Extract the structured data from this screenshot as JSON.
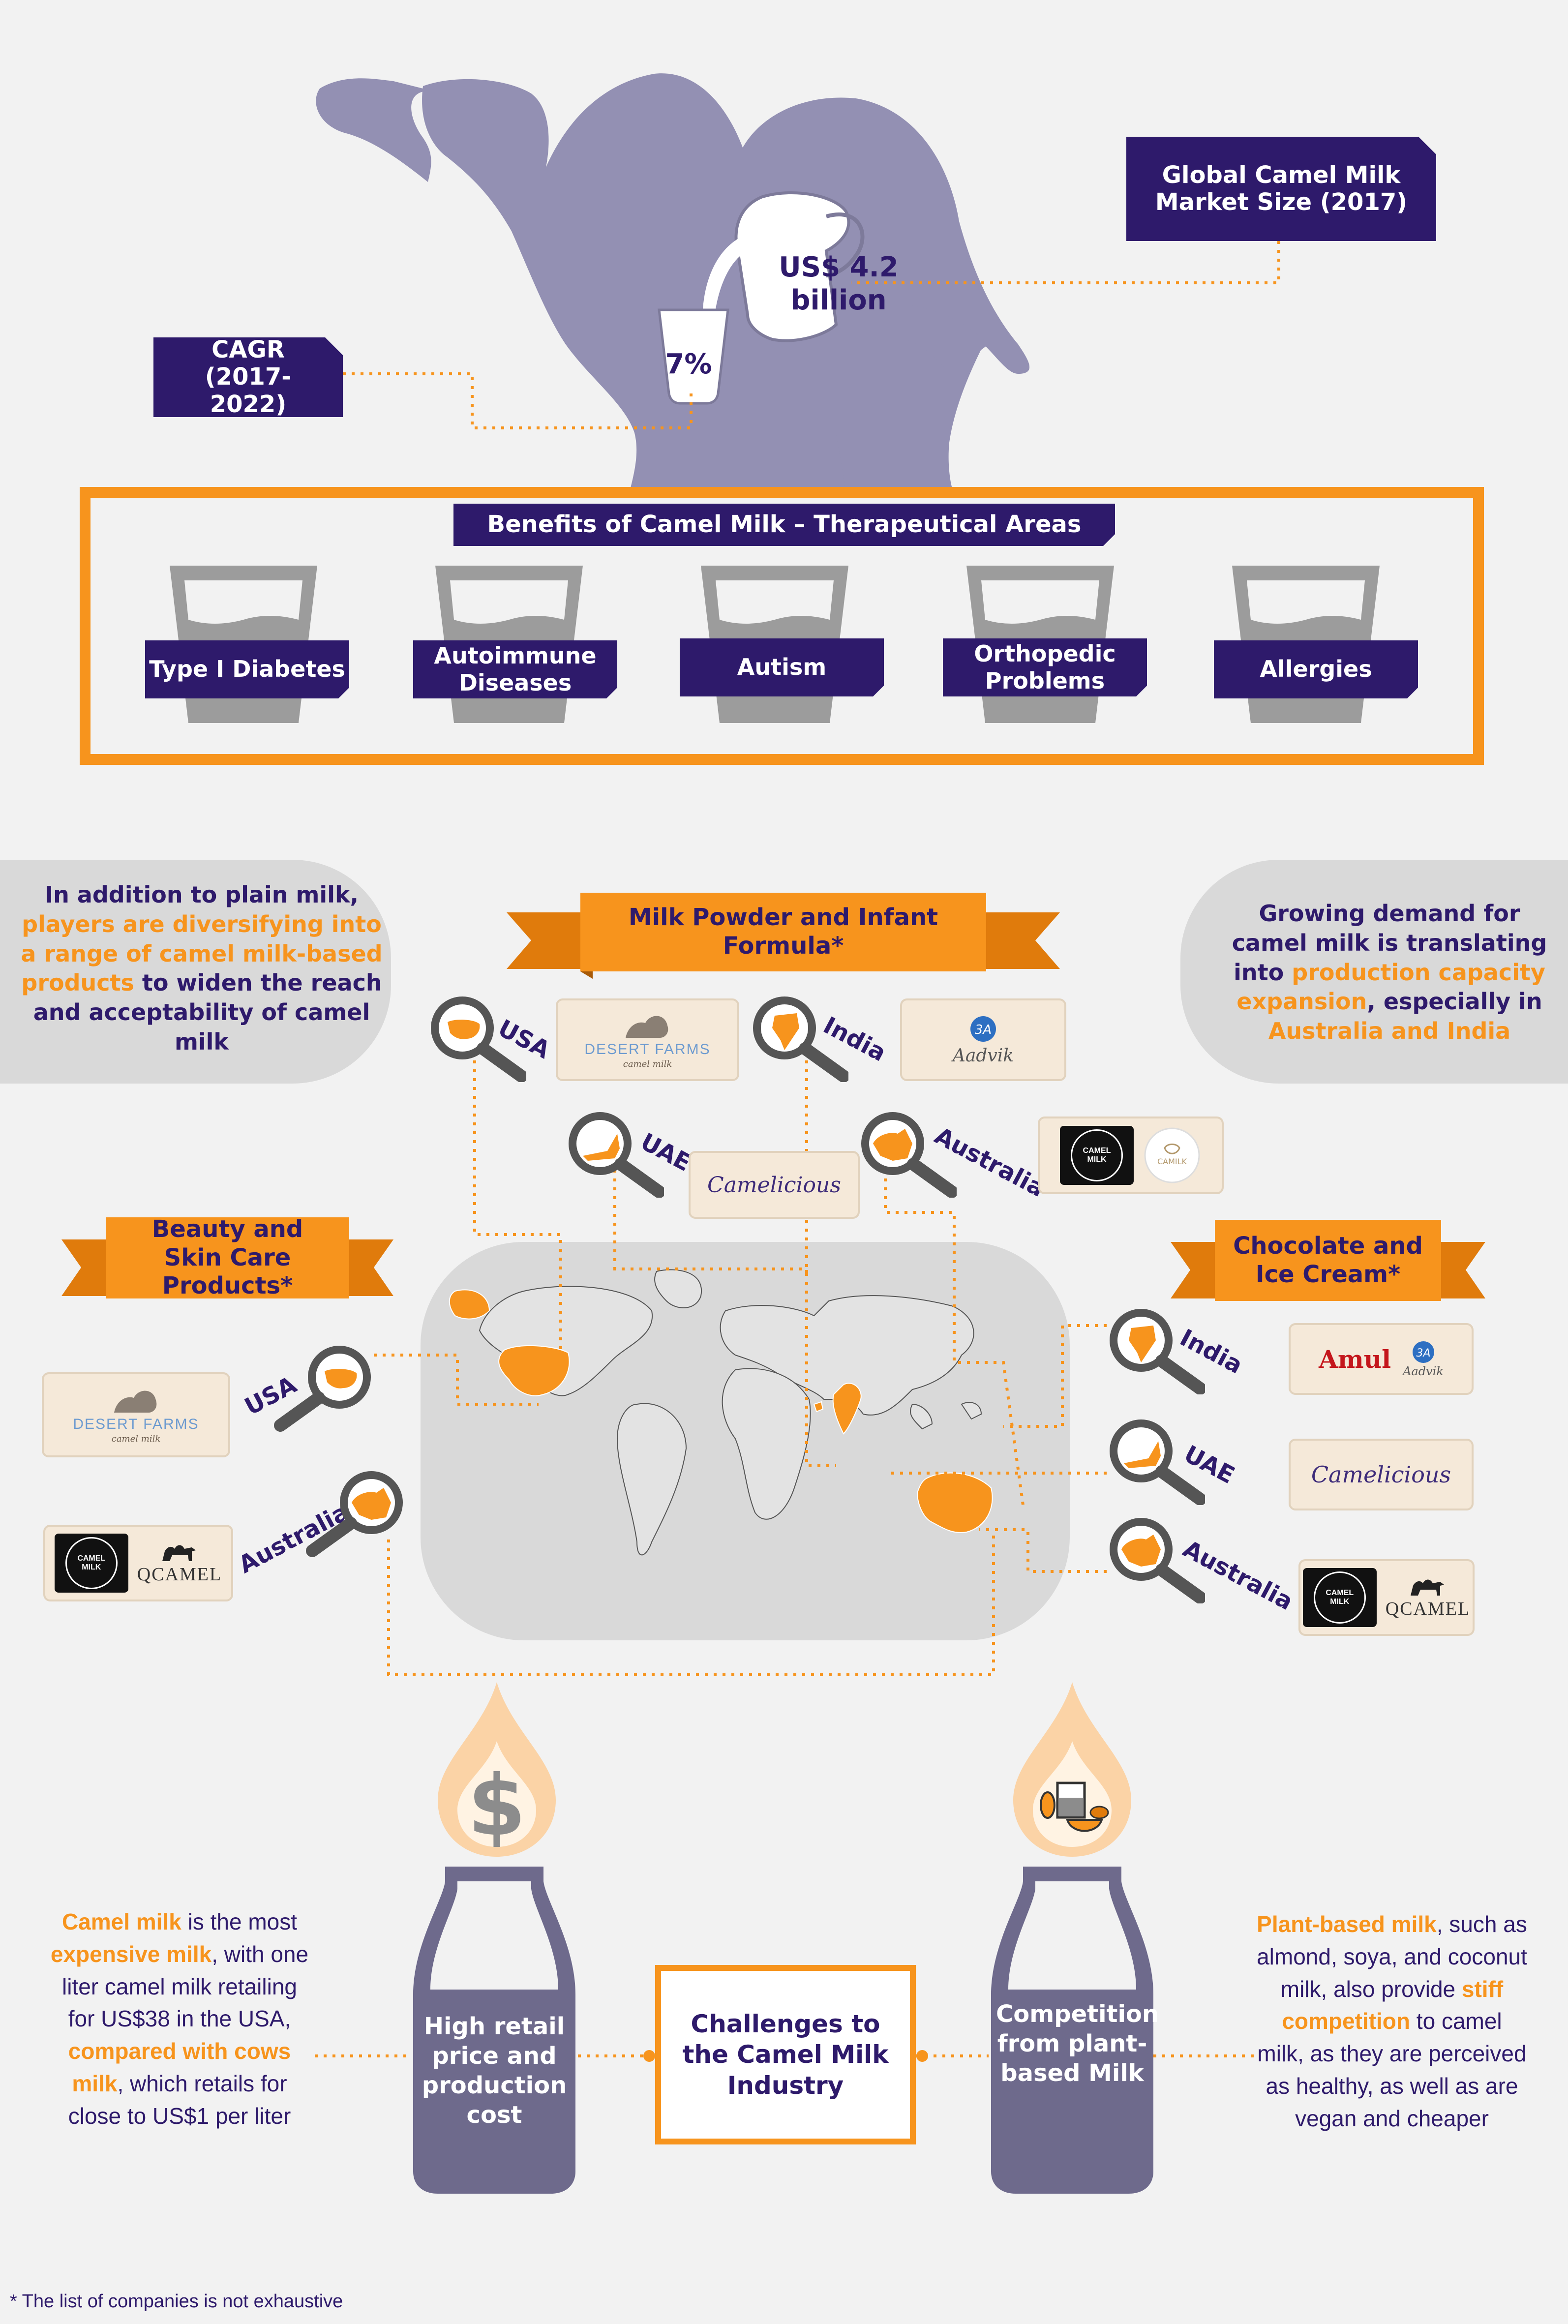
{
  "market": {
    "size_title": "Global Camel Milk Market Size (2017)",
    "size_value": "US$ 4.2 billion",
    "cagr_title": "CAGR (2017-2022)",
    "cagr_value": "7%"
  },
  "benefits": {
    "title": "Benefits of Camel Milk – Therapeutical Areas",
    "items": [
      "Type I Diabetes",
      "Autoimmune Diseases",
      "Autism",
      "Orthopedic Problems",
      "Allergies"
    ]
  },
  "callouts": {
    "left_parts": [
      "In addition to plain milk, ",
      "players are ",
      "diversifying into a range of camel milk-based products",
      " to widen the reach and acceptability of camel milk"
    ],
    "right_parts": [
      "Growing demand for camel milk is translating into ",
      "production capacity expansion",
      ", especially in ",
      "Australia and India"
    ]
  },
  "categories": {
    "powder": {
      "title": "Milk Powder and Infant Formula*",
      "countries": [
        "USA",
        "India",
        "UAE",
        "Australia"
      ],
      "logos": [
        "DESERT FARMS",
        "camel milk",
        "Aadvik",
        "Camelicious",
        "CAMEL MILK",
        "CAMILK"
      ]
    },
    "beauty": {
      "title": "Beauty and Skin Care Products*",
      "countries": [
        "USA",
        "Australia"
      ],
      "logos": [
        "DESERT FARMS",
        "camel milk",
        "CAMEL MILK",
        "QCAMEL"
      ]
    },
    "chocolate": {
      "title": "Chocolate and Ice Cream*",
      "countries": [
        "India",
        "UAE",
        "Australia"
      ],
      "logos": [
        "Amul",
        "Aadvik",
        "Camelicious",
        "CAMEL MILK",
        "QCAMEL"
      ]
    }
  },
  "challenges": {
    "title": "Challenges to the Camel Milk Industry",
    "left_bottle": "High retail price and production cost",
    "right_bottle": "Competition from plant-based Milk",
    "left_parts": [
      "Camel milk",
      " is the most ",
      "expensive milk",
      ", with one liter camel milk retailing for US$38 in the USA, ",
      "compared with cows milk",
      ", which retails for close to US$1 per liter"
    ],
    "right_parts": [
      "Plant-based milk",
      ", such as almond, soya, and coconut milk, also provide ",
      "stiff competition",
      " to camel milk, as they are perceived as healthy, as well as are vegan and cheaper"
    ]
  },
  "footnote": "* The list of companies is not exhaustive",
  "colors": {
    "purple": "#2e1a6b",
    "orange": "#f7941d",
    "camel": "#9390b3",
    "gray": "#d9d9d9",
    "bottle": "#6e6a8c"
  }
}
